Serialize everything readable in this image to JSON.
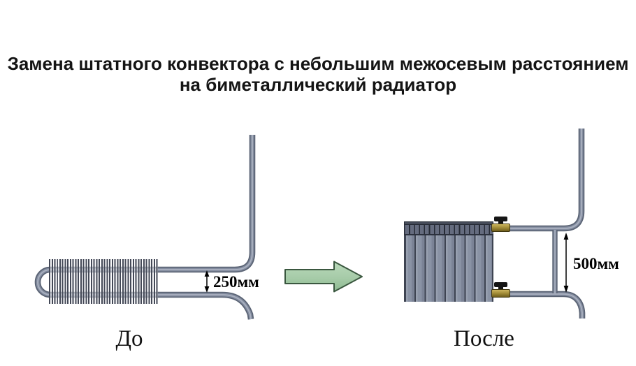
{
  "title": {
    "line1": "Замена штатного конвектора  с небольшим межосевым расстоянием",
    "line2": "на биметаллический радиатор"
  },
  "before": {
    "caption": "До",
    "dimension_label": "250мм"
  },
  "after": {
    "caption": "После",
    "dimension_label": "500мм"
  },
  "colors": {
    "pipe_gray": "#848da0",
    "pipe_edge": "#5a6374",
    "radiator_gray": "#8a93a5",
    "valve_brass": "#9c8733",
    "arrow_green_fill": "#a6cba8",
    "arrow_green_stroke": "#3a573f",
    "text_black": "#141414"
  }
}
